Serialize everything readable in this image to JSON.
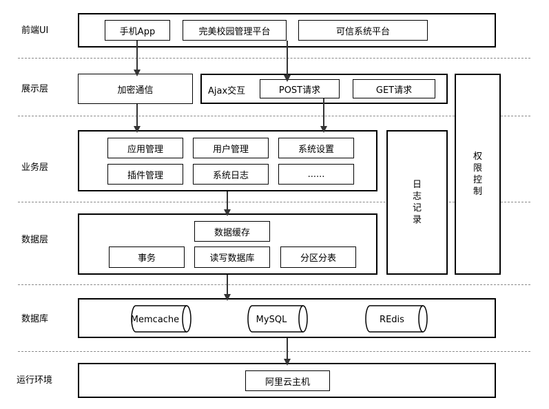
{
  "layers": {
    "frontend": "前端UI",
    "display": "展示层",
    "business": "业务层",
    "data": "数据层",
    "database": "数据库",
    "runtime": "运行环境"
  },
  "frontend": {
    "mobile_app": "手机App",
    "campus_platform": "完美校园管理平台",
    "trusted_platform": "可信系统平台"
  },
  "display": {
    "encrypted_comm": "加密通信",
    "ajax": "Ajax交互",
    "post": "POST请求",
    "get": "GET请求"
  },
  "business": {
    "app_mgmt": "应用管理",
    "user_mgmt": "用户管理",
    "sys_settings": "系统设置",
    "plugin_mgmt": "插件管理",
    "sys_log": "系统日志",
    "more": "......"
  },
  "data": {
    "cache": "数据缓存",
    "transaction": "事务",
    "rw_db": "读写数据库",
    "partition": "分区分表"
  },
  "database": {
    "memcache": "Memcache",
    "mysql": "MySQL",
    "redis": "REdis"
  },
  "runtime": {
    "aliyun": "阿里云主机"
  },
  "side": {
    "logging": "日志记录",
    "access_control": "权限控制"
  }
}
